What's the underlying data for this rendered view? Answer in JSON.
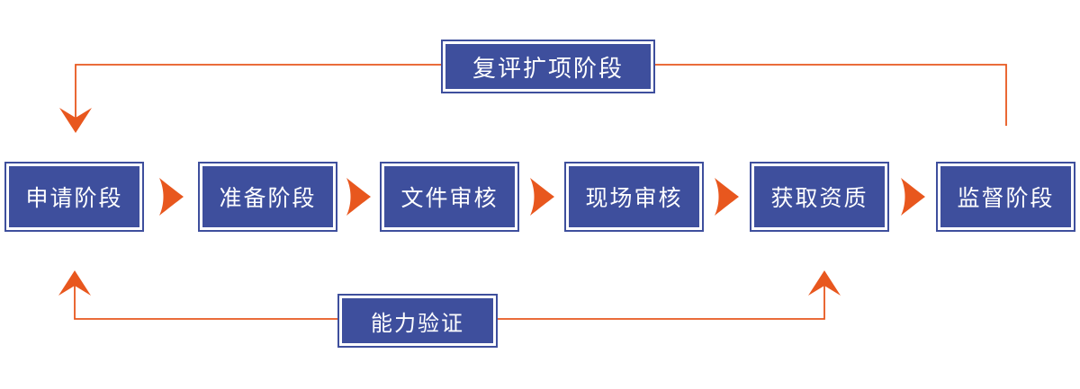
{
  "diagram": {
    "type": "flowchart",
    "flow": [
      {
        "label": "申请阶段"
      },
      {
        "label": "准备阶段"
      },
      {
        "label": "文件审核"
      },
      {
        "label": "现场审核"
      },
      {
        "label": "获取资质"
      },
      {
        "label": "监督阶段"
      }
    ],
    "loops": {
      "top": {
        "label": "复评扩项阶段",
        "from": "监督阶段",
        "to": "申请阶段",
        "direction": "down-arrow-into-first-box"
      },
      "bottom": {
        "label": "能力验证",
        "targets": [
          "申请阶段",
          "获取资质"
        ],
        "direction": "up-arrows-into-boxes"
      }
    },
    "icons": {
      "between_boxes": "chevron-right-icon",
      "top_loop_end": "chevron-down-icon",
      "bottom_loop_ends": "chevron-up-icon"
    },
    "colors": {
      "box_fill": "#3E4F9D",
      "box_inner_border": "#FFFFFF",
      "box_text": "#FFFFFF",
      "connector_orange": "#E8571E",
      "background": "#FFFFFF"
    }
  }
}
